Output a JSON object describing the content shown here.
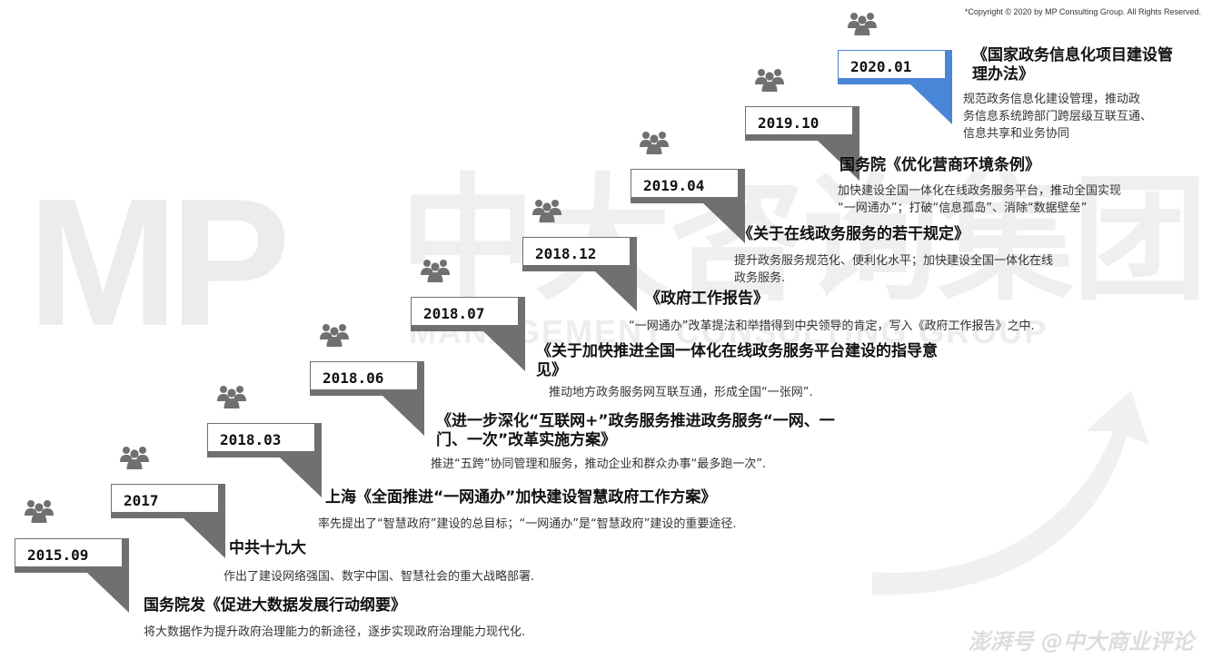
{
  "copyright": "*Copyright © 2020 by MP Consulting Group. All Rights Reserved.",
  "watermark": {
    "logo": "MP",
    "cn": "中大咨询集团",
    "en": "MANAGEMENT CONSULTING GROUP"
  },
  "footer_brand": "澎湃号 @中大商业评论",
  "colors": {
    "flag_border": "#707070",
    "flag_border_highlight": "#4a86d8",
    "fill": "#ffffff"
  },
  "steps": [
    {
      "date": "2015.09",
      "title": "国务院发《促进大数据发展行动纲要》",
      "desc": [
        "将大数据作为提升政府治理能力的新途径，逐步实现政府治理能力现代化."
      ]
    },
    {
      "date": "2017",
      "title": "中共十九大",
      "desc": [
        "作出了建设网络强国、数字中国、智慧社会的重大战略部署."
      ]
    },
    {
      "date": "2018.03",
      "title": "上海《全面推进“一网通办”加快建设智慧政府工作方案》",
      "desc": [
        "率先提出了“智慧政府”建设的总目标；“一网通办”是“智慧政府”建设的重要途径."
      ]
    },
    {
      "date": "2018.06",
      "title": [
        "《进一步深化“互联网+”政务服务推进政务服务“一网、一",
        "门、一次”改革实施方案》"
      ],
      "desc": [
        "推进“五跨”协同管理和服务，推动企业和群众办事“最多跑一次”."
      ]
    },
    {
      "date": "2018.07",
      "title": [
        "《关于加快推进全国一体化在线政务服务平台建设的指导意",
        "见》"
      ],
      "desc": [
        "推动地方政务服务网互联互通，形成全国“一张网”."
      ]
    },
    {
      "date": "2018.12",
      "title": "《政府工作报告》",
      "desc": [
        "“一网通办”改革提法和举措得到中央领导的肯定，写入《政府工作报告》之中."
      ]
    },
    {
      "date": "2019.04",
      "title": "《关于在线政务服务的若干规定》",
      "desc": [
        "提升政务服务规范化、便利化水平；加快建设全国一体化在线",
        "政务服务."
      ]
    },
    {
      "date": "2019.10",
      "title": "国务院《优化营商环境条例》",
      "desc": [
        "加快建设全国一体化在线政务服务平台，推动全国实现",
        "“一网通办”；打破“信息孤岛”、消除“数据壁垒”"
      ]
    },
    {
      "date": "2020.01",
      "title": [
        "《国家政务信息化项目建设管",
        "理办法》"
      ],
      "desc": [
        "规范政务信息化建设管理，推动政",
        "务信息系统跨部门跨层级互联互通、",
        "信息共享和业务协同"
      ]
    }
  ]
}
